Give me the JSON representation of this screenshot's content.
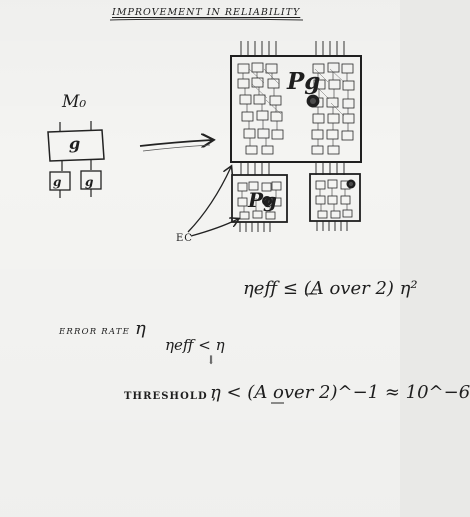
{
  "title": "IMPROVEMENT IN RELIABILITY",
  "labels": {
    "m0": "M₀",
    "g_big": "g",
    "g_small_1": "g",
    "g_small_2": "g",
    "pg_top": "Pg",
    "pg_bottom": "Pg",
    "ec": "EC"
  },
  "formulas": {
    "eta_eff_bound": "ηeff ≤ (A over 2) η²",
    "error_rate_label": "ERROR RATE",
    "error_rate_symbol": "η",
    "requirement": "ηeff < η",
    "implication_arrow": "⇓",
    "threshold_label": "THRESHOLD ,",
    "threshold_formula": "η < (A over 2)^−1 ≈ 10^−6"
  }
}
